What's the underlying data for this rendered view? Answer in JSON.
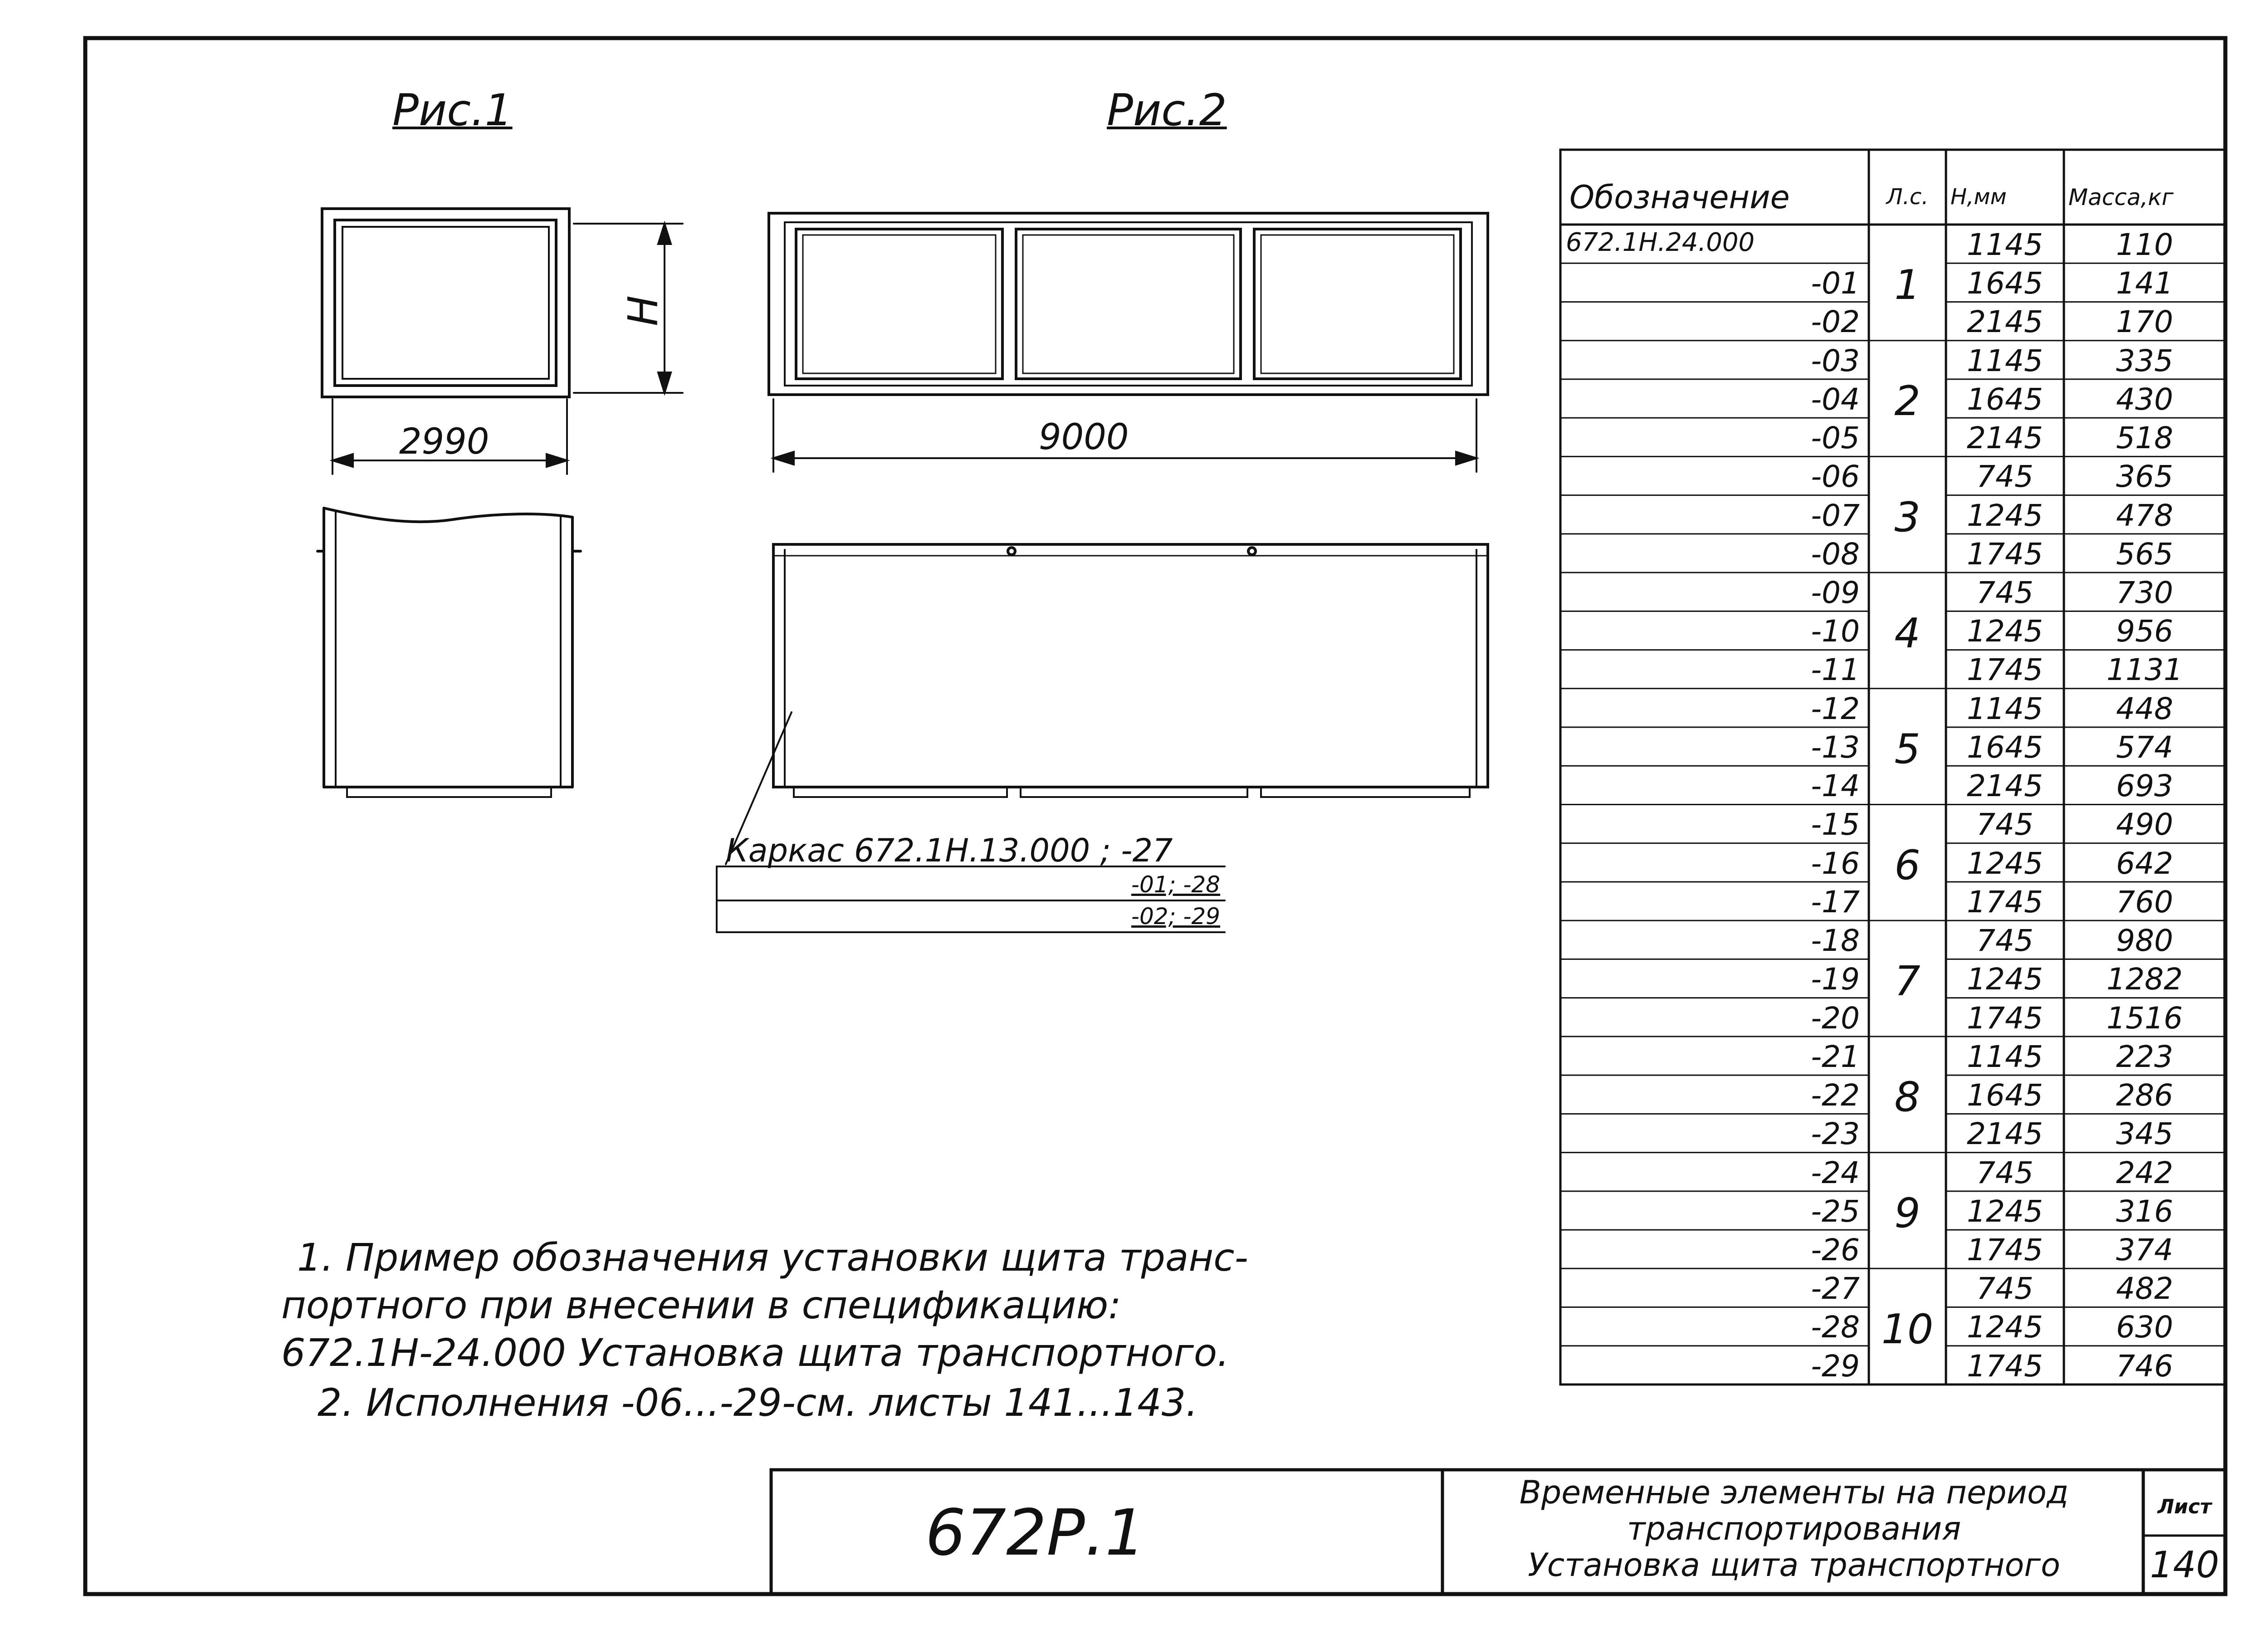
{
  "figures": {
    "fig1_caption": "Рис.1",
    "fig2_caption": "Рис.2",
    "fig1_height_label": "H",
    "fig1_width": "2990",
    "fig2_width": "9000",
    "frame_callout_title": "Каркас 672.1Н.13.000 ; -27",
    "frame_callout_line2": "-01; -28",
    "frame_callout_line3": "-02; -29"
  },
  "table": {
    "headers": [
      "Обозначение",
      "Л.с.",
      "Н,мм",
      "Масса,кг"
    ],
    "rows": [
      {
        "designation": "672.1Н.24.000",
        "sheet": "",
        "h": "1145",
        "mass": "110"
      },
      {
        "designation": "-01",
        "sheet": "1",
        "h": "1645",
        "mass": "141"
      },
      {
        "designation": "-02",
        "sheet": "",
        "h": "2145",
        "mass": "170"
      },
      {
        "designation": "-03",
        "sheet": "",
        "h": "1145",
        "mass": "335"
      },
      {
        "designation": "-04",
        "sheet": "2",
        "h": "1645",
        "mass": "430"
      },
      {
        "designation": "-05",
        "sheet": "",
        "h": "2145",
        "mass": "518"
      },
      {
        "designation": "-06",
        "sheet": "",
        "h": "745",
        "mass": "365"
      },
      {
        "designation": "-07",
        "sheet": "3",
        "h": "1245",
        "mass": "478"
      },
      {
        "designation": "-08",
        "sheet": "",
        "h": "1745",
        "mass": "565"
      },
      {
        "designation": "-09",
        "sheet": "",
        "h": "745",
        "mass": "730"
      },
      {
        "designation": "-10",
        "sheet": "4",
        "h": "1245",
        "mass": "956"
      },
      {
        "designation": "-11",
        "sheet": "",
        "h": "1745",
        "mass": "1131"
      },
      {
        "designation": "-12",
        "sheet": "",
        "h": "1145",
        "mass": "448"
      },
      {
        "designation": "-13",
        "sheet": "5",
        "h": "1645",
        "mass": "574"
      },
      {
        "designation": "-14",
        "sheet": "",
        "h": "2145",
        "mass": "693"
      },
      {
        "designation": "-15",
        "sheet": "",
        "h": "745",
        "mass": "490"
      },
      {
        "designation": "-16",
        "sheet": "6",
        "h": "1245",
        "mass": "642"
      },
      {
        "designation": "-17",
        "sheet": "",
        "h": "1745",
        "mass": "760"
      },
      {
        "designation": "-18",
        "sheet": "",
        "h": "745",
        "mass": "980"
      },
      {
        "designation": "-19",
        "sheet": "7",
        "h": "1245",
        "mass": "1282"
      },
      {
        "designation": "-20",
        "sheet": "",
        "h": "1745",
        "mass": "1516"
      },
      {
        "designation": "-21",
        "sheet": "",
        "h": "1145",
        "mass": "223"
      },
      {
        "designation": "-22",
        "sheet": "8",
        "h": "1645",
        "mass": "286"
      },
      {
        "designation": "-23",
        "sheet": "",
        "h": "2145",
        "mass": "345"
      },
      {
        "designation": "-24",
        "sheet": "",
        "h": "745",
        "mass": "242"
      },
      {
        "designation": "-25",
        "sheet": "9",
        "h": "1245",
        "mass": "316"
      },
      {
        "designation": "-26",
        "sheet": "",
        "h": "1745",
        "mass": "374"
      },
      {
        "designation": "-27",
        "sheet": "",
        "h": "745",
        "mass": "482"
      },
      {
        "designation": "-28",
        "sheet": "10",
        "h": "1245",
        "mass": "630"
      },
      {
        "designation": "-29",
        "sheet": "",
        "h": "1745",
        "mass": "746"
      }
    ]
  },
  "notes": {
    "line1": "1. Пример обозначения установки щита транс-",
    "line2": "портного при внесении в спецификацию:",
    "line3": "672.1Н-24.000 Установка щита транспортного.",
    "line4": "2. Исполнения -06...-29-см. листы 141...143."
  },
  "title_block": {
    "code": "672Р.1",
    "title_line1": "Временные элементы на период",
    "title_line2": "транспортирования",
    "title_line3": "Установка щита транспортного",
    "sheet_label": "Лист",
    "sheet_number": "140"
  }
}
